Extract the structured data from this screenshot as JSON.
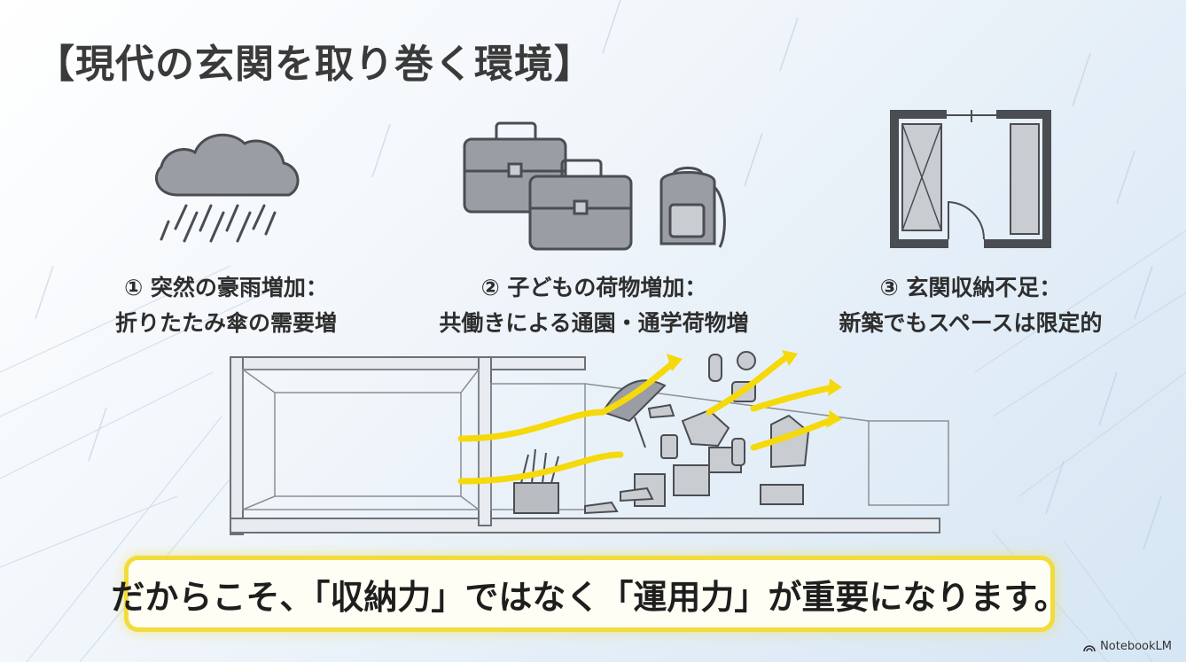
{
  "title": "【現代の玄関を取り巻く環境】",
  "causes": [
    {
      "icon": "rain-cloud-icon",
      "line1": "① 突然の豪雨増加：",
      "line2": "折りたたみ傘の需要増"
    },
    {
      "icon": "briefcase-backpack-icon",
      "line1": "② 子どもの荷物増加：",
      "line2": "共働きによる通園・通学荷物増"
    },
    {
      "icon": "floor-plan-icon",
      "line1": "③ 玄関収納不足：",
      "line2": "新築でもスペースは限定的"
    }
  ],
  "banner": {
    "text": "だからこそ、「収納力」ではなく「運用力」が重要になります。"
  },
  "brand": {
    "name": "NotebookLM"
  },
  "colors": {
    "accent_yellow": "#f2dc3c",
    "arrow_yellow": "#f5d90a",
    "icon_gray": "#9a9da3",
    "icon_dark": "#4a4d52"
  }
}
